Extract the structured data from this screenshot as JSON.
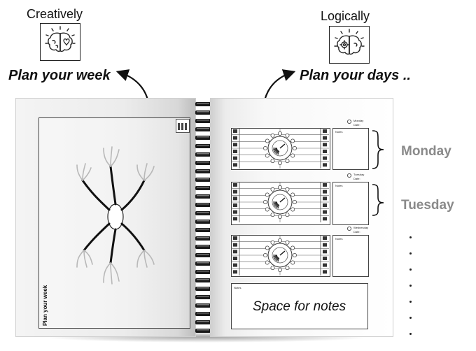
{
  "creatively": {
    "label": "Creatively",
    "icon": "brain-heart-icon"
  },
  "logically": {
    "label": "Logically",
    "icon": "brain-gear-icon"
  },
  "taglines": {
    "week": "Plan your week",
    "days": "Plan your days .."
  },
  "left_page": {
    "spine_title": "Plan your week"
  },
  "right_page": {
    "days": [
      {
        "header_label": "Monday",
        "date_label": "Date:",
        "notes_label": "Notes"
      },
      {
        "header_label": "Tuesday",
        "date_label": "Date:",
        "notes_label": "Notes"
      },
      {
        "header_label": "Wednesday",
        "date_label": "Date:",
        "notes_label": "Notes"
      }
    ],
    "notes_box_label": "Notes",
    "notes_space_text": "Space for notes"
  },
  "side_labels": {
    "monday": "Monday",
    "tuesday": "Tuesday"
  },
  "colors": {
    "accent_gray": "#8a8a8a",
    "line": "#222222"
  }
}
